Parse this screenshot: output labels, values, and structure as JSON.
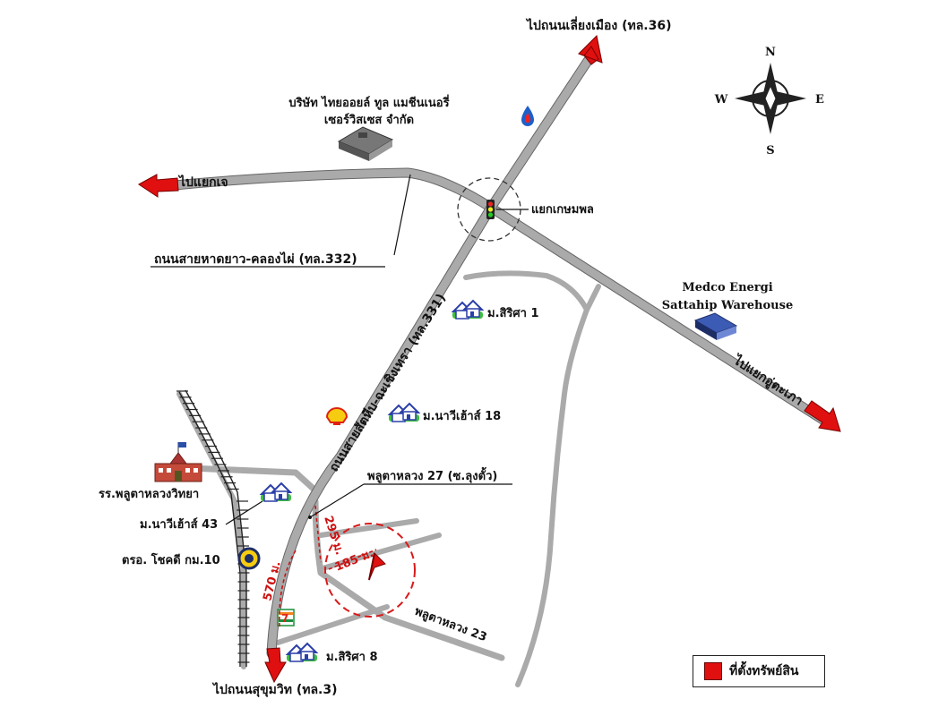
{
  "map": {
    "labels": {
      "north_route": "ไปถนนเลี่ยงเมือง (ทล.36)",
      "west_route": "ไปแยกเจ",
      "east_route": "ไปแยกอู่ตะเภา",
      "south_route": "ไปถนนสุขุมวิท (ทล.3)",
      "road_332": "ถนนสายหาดยาว-คลองไผ่ (ทล.332)",
      "road_331": "ถนนสายสัตหีบ-ฉะเชิงเทรา (ทล.331)",
      "junction": "แยกเกษมพล",
      "company_line1": "บริษัท ไทยออยล์ ทูล แมชีนเนอรี่",
      "company_line2": "เซอร์วิสเซส จำกัด",
      "medco_line1": "Medco Energi",
      "medco_line2": "Sattahip Warehouse",
      "village_sirisa1": "ม.สิริศา 1",
      "village_nawee18": "ม.นาวีเฮ้าส์ 18",
      "village_nawee43": "ม.นาวีเฮ้าส์ 43",
      "village_sirisa8": "ม.สิริศา 8",
      "school": "รร.พลูตาหลวงวิทยา",
      "police": "ตรอ. โชคดี กม.10",
      "soi_27": "พลูตาหลวง 27 (ซ.ลุงตั้ว)",
      "soi_23": "พลูตาหลวง 23",
      "dist_295": "295 ม.",
      "dist_185": "185 ม.",
      "dist_570": "570 ม."
    },
    "compass": {
      "n": "N",
      "s": "S",
      "e": "E",
      "w": "W"
    },
    "legend": {
      "label": "ที่ตั้งทรัพย์สิน"
    },
    "colors": {
      "road": "#aaaaaa",
      "arrow": "#e01010",
      "distance": "#cc1111"
    },
    "icons": [
      "traffic-light-icon",
      "ptt-station-icon",
      "shell-station-icon",
      "seven-eleven-icon",
      "house-icon",
      "school-icon",
      "factory-icon",
      "warehouse-icon",
      "compass-icon",
      "location-flag-icon"
    ]
  }
}
